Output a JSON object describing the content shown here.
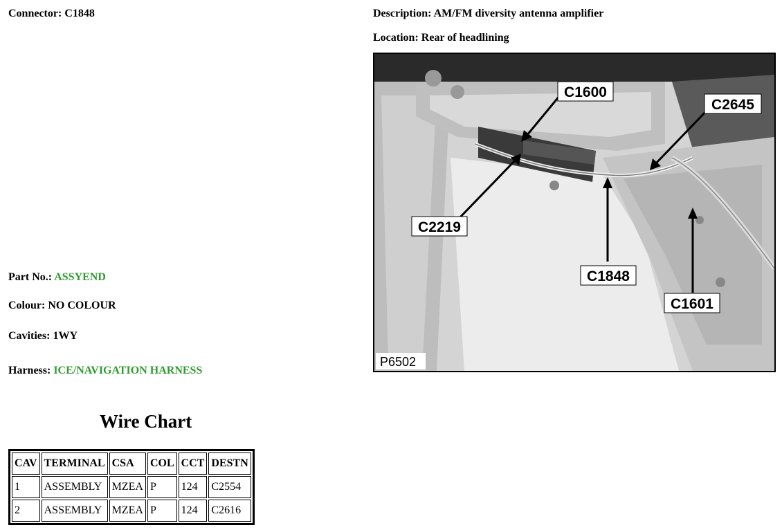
{
  "connector": {
    "label": "Connector:",
    "value": "C1848"
  },
  "description": {
    "label": "Description:",
    "value": "AM/FM diversity antenna amplifier"
  },
  "location": {
    "label": "Location:",
    "value": "Rear of headlining"
  },
  "part_no": {
    "label": "Part No.:",
    "value": "ASSYEND"
  },
  "colour": {
    "label": "Colour:",
    "value": "NO COLOUR"
  },
  "cavities": {
    "label": "Cavities:",
    "value": "1WY"
  },
  "harness": {
    "label": "Harness:",
    "value": "ICE/NAVIGATION HARNESS"
  },
  "colors": {
    "link_green": "#2e9b2e"
  },
  "image": {
    "code": "P6502",
    "callouts": {
      "c1600": "C1600",
      "c2645": "C2645",
      "c2219": "C2219",
      "c1848": "C1848",
      "c1601": "C1601"
    }
  },
  "wire_chart": {
    "title": "Wire Chart",
    "headers": {
      "cav": "CAV",
      "terminal": "TERMINAL",
      "csa": "CSA",
      "col": "COL",
      "cct": "CCT",
      "destn": "DESTN"
    },
    "rows": [
      {
        "cav": "1",
        "terminal": "ASSEMBLY",
        "csa": "MZEA",
        "col": "P",
        "cct": "124",
        "destn": "C2554"
      },
      {
        "cav": "2",
        "terminal": "ASSEMBLY",
        "csa": "MZEA",
        "col": "P",
        "cct": "124",
        "destn": "C2616"
      }
    ]
  }
}
